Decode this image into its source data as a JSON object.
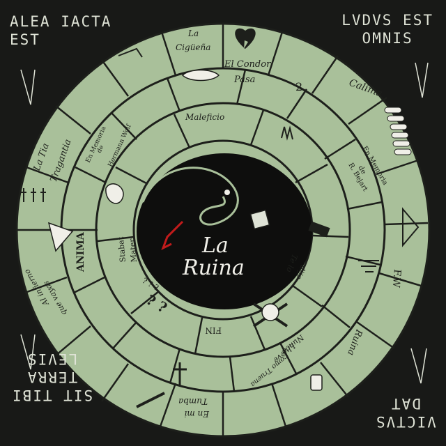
{
  "corners": {
    "top_left": [
      "ALEA IACTA",
      "EST"
    ],
    "top_right": [
      "LVDVS EST",
      "OMNIS"
    ],
    "bottom_left": [
      "SIT TIBI",
      "TERRA",
      "LEVIS"
    ],
    "bottom_right": [
      "VICTVS",
      "DAT"
    ]
  },
  "center": {
    "title_line1": "La",
    "title_line2": "Ruina"
  },
  "squares": {
    "ciguena": [
      "La",
      "Cigüeña"
    ],
    "condor": [
      "El Condor",
      "Pasa"
    ],
    "two": "2",
    "calima": "Calima",
    "memoria_bejart": [
      "En Memoria",
      "de",
      "R. Bejart"
    ],
    "fw": "F.W",
    "ruina": "Ruina",
    "nunca_llueve": [
      "Nunca",
      "Llueve",
      "como Truena"
    ],
    "tumba": [
      "En mi",
      "Tumba"
    ],
    "infierno": [
      "Al infierno",
      "que vayas"
    ],
    "anima": "ANIMA",
    "tia": [
      "La Tia",
      "Tragantia"
    ],
    "memoria_wolf": [
      "En Memoria",
      "de",
      "Hermann Wolf"
    ],
    "maleficio": "Maleficio",
    "stabat": [
      "Stabat",
      "Mater"
    ],
    "question_small": "¿ ¿ ¿",
    "question_big": "¿ ¿",
    "fin": "FIN",
    "te_lo_dije": [
      "Te lo",
      "dije"
    ]
  },
  "colors": {
    "background": "#181917",
    "square": "#a9c09a",
    "line": "#1d1f1b",
    "center": "#0e0e0d",
    "text_light": "#dfe3d6"
  }
}
